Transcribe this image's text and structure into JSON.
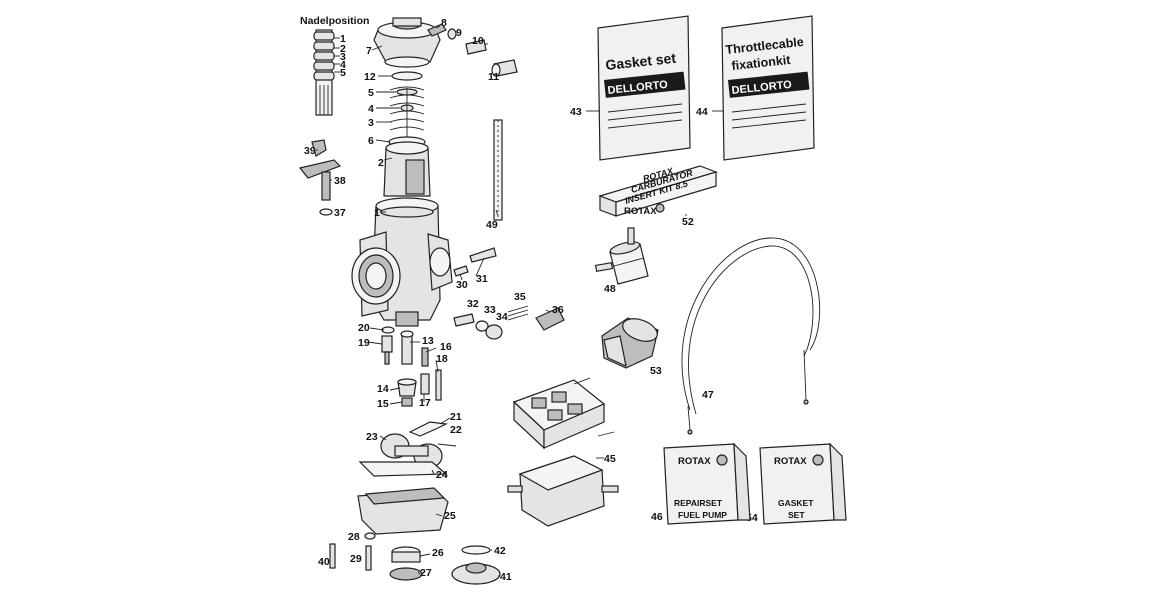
{
  "diagram": {
    "needle_heading": "Nadelposition",
    "gasket_bag_text": "Gasket set",
    "throttle_bag_text_1": "Throttlecable",
    "throttle_bag_text_2": "fixationkit",
    "bag_logo": "DELLORTO",
    "insert_box_line1": "ROTAX",
    "insert_box_line2": "CARBURATOR",
    "insert_box_line3": "INSERT KIT 8.5",
    "box_brand": "ROTAX",
    "card_brand": "ROTAX",
    "repair_card_line1": "REPAIRSET",
    "repair_card_line2": "FUEL PUMP",
    "gasket_card_line1": "GASKET",
    "gasket_card_line2": "SET",
    "callouts": {
      "n1": "1",
      "n2": "2",
      "n3": "3",
      "n4": "4",
      "n5": "5",
      "n6": "6",
      "n7": "7",
      "n8": "8",
      "n9": "9",
      "n10": "10",
      "n11": "11",
      "n12": "12",
      "n13": "13",
      "n14": "14",
      "n15": "15",
      "n16": "16",
      "n17": "17",
      "n18": "18",
      "n19": "19",
      "n20": "20",
      "n21": "21",
      "n22": "22",
      "n23": "23",
      "n24": "24",
      "n25": "25",
      "n26": "26",
      "n27": "27",
      "n28": "28",
      "n29": "29",
      "n30": "30",
      "n31": "31",
      "n32": "32",
      "n33": "33",
      "n34": "34",
      "n35": "35",
      "n36": "36",
      "n37": "37",
      "n38": "38",
      "n39": "39",
      "n40": "40",
      "n41": "41",
      "n42": "42",
      "n43": "43",
      "n44": "44",
      "n45": "45",
      "n46": "46",
      "n47": "47",
      "n48": "48",
      "n49": "49",
      "n52": "52",
      "n53": "53",
      "n54": "54",
      "np1": "1",
      "np2": "2",
      "np3": "3",
      "np4": "4",
      "np5": "5"
    }
  }
}
